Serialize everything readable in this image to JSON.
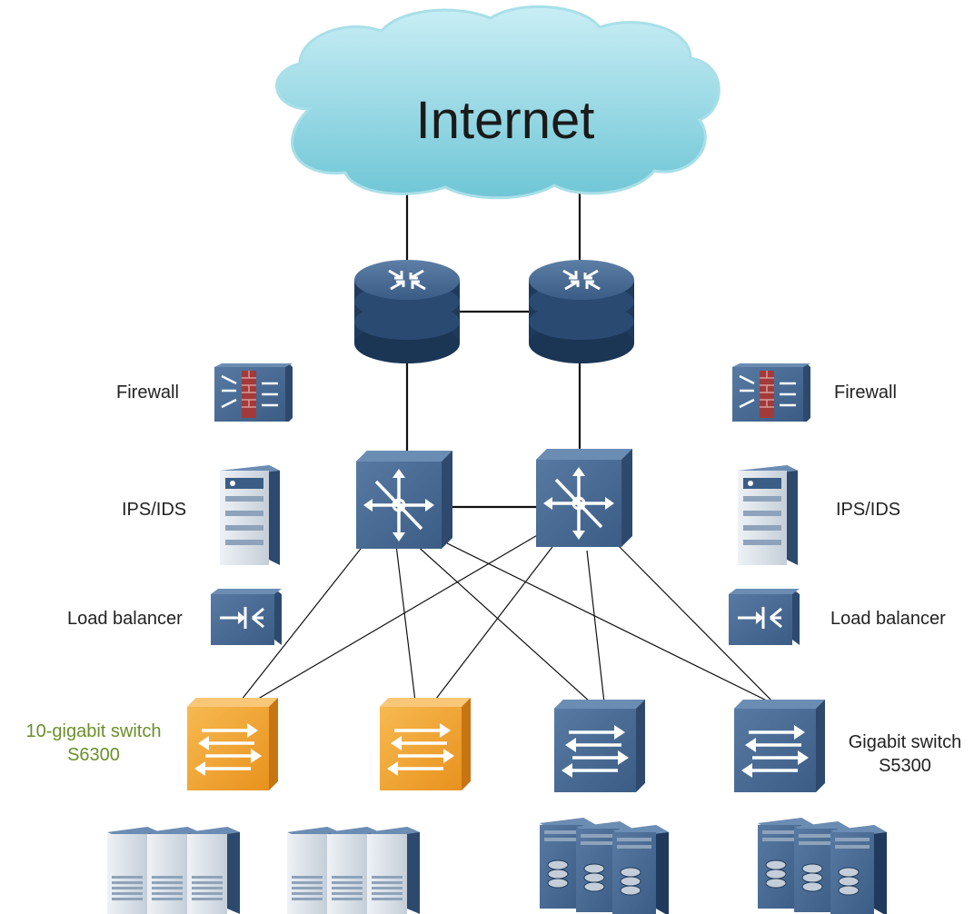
{
  "cloud": {
    "label": "Internet"
  },
  "left_devices": {
    "firewall": "Firewall",
    "ips": "IPS/IDS",
    "lb": "Load balancer"
  },
  "right_devices": {
    "firewall": "Firewall",
    "ips": "IPS/IDS",
    "lb": "Load balancer"
  },
  "access": {
    "ten_gig": {
      "line1": "10-gigabit switch",
      "line2": "S6300"
    },
    "gig": {
      "line1": "Gigabit switch",
      "line2": "S5300"
    }
  },
  "colors": {
    "device_blue": "#3d5f87",
    "device_dark": "#1f3a5c",
    "switch_orange": "#f0a030",
    "label_green": "#6a8f2a",
    "cloud_fill": "#8fd4e0"
  }
}
